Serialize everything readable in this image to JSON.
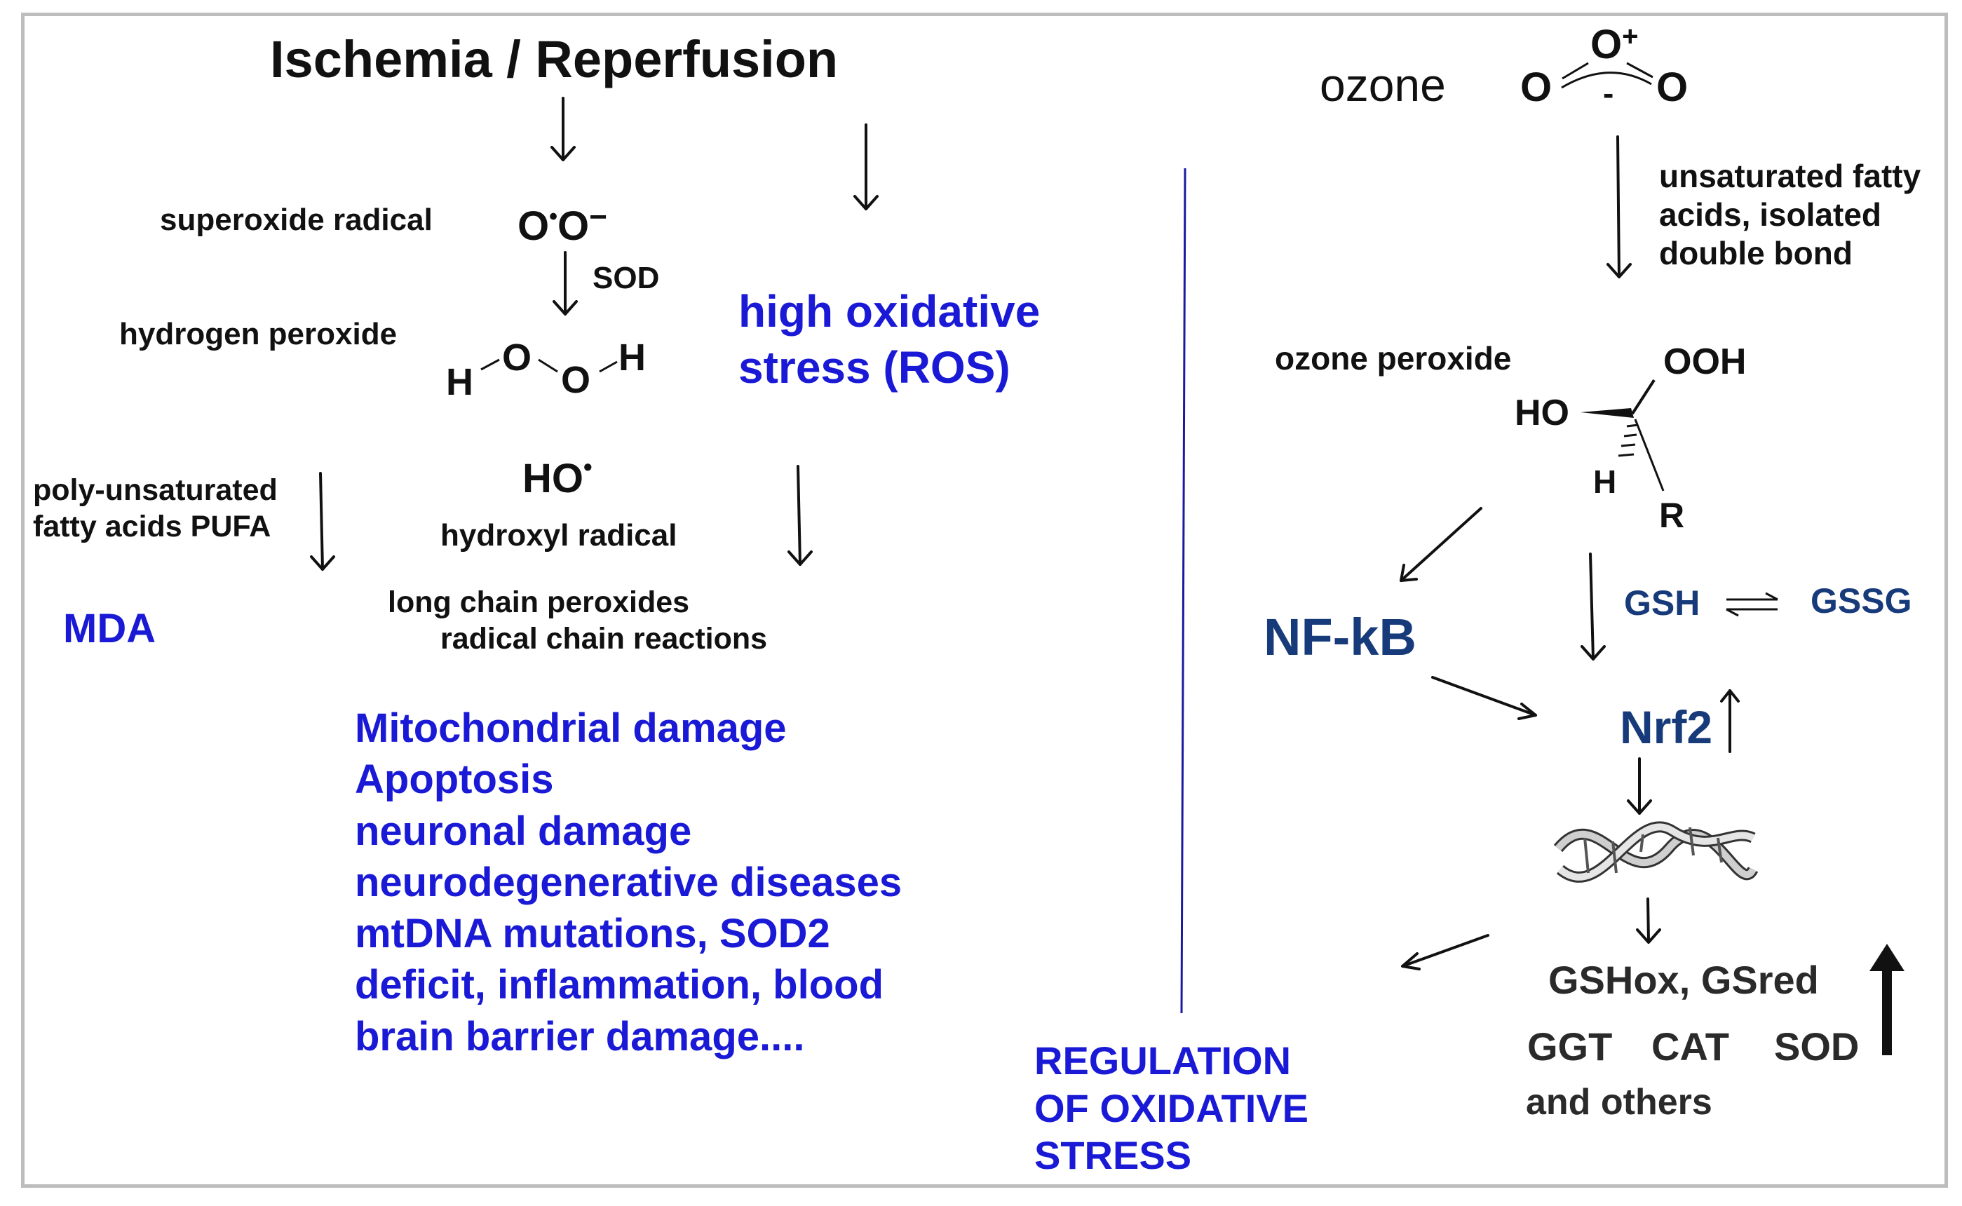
{
  "colors": {
    "black": "#111111",
    "blue": "#1a1ad6",
    "navy": "#173a7a",
    "divider": "#1a1aa0",
    "frame": "#bdbdbd"
  },
  "left": {
    "title": "Ischemia / Reperfusion",
    "superoxide_label": "superoxide radical",
    "superoxide_formula_o1": "O",
    "superoxide_formula_dot": "•",
    "superoxide_formula_o2": "O",
    "superoxide_formula_charge": "−",
    "sod_label": "SOD",
    "hydrogen_peroxide_label": "hydrogen peroxide",
    "h2o2": {
      "h1": "H",
      "o1": "O",
      "o2": "O",
      "h2": "H"
    },
    "high_stress_line1": "high oxidative",
    "high_stress_line2": "stress  (ROS)",
    "pufa_line1": "poly-unsaturated",
    "pufa_line2": "fatty acids PUFA",
    "hydroxyl_formula": "HO",
    "hydroxyl_dot": "•",
    "hydroxyl_label": "hydroxyl radical",
    "mda": "MDA",
    "long_chain_line1": "long chain peroxides",
    "long_chain_line2": "radical chain reactions",
    "damage_list": [
      "Mitochondrial damage",
      "Apoptosis",
      "neuronal damage",
      "neurodegenerative diseases",
      "mtDNA mutations, SOD2",
      "deficit, inflammation, blood",
      "brain barrier damage...."
    ]
  },
  "center": {
    "regulation_lines": [
      "REGULATION",
      "OF OXIDATIVE",
      "STRESS"
    ]
  },
  "right": {
    "ozone_label": "ozone",
    "ozone_formula": {
      "top_o": "O",
      "top_charge": "+",
      "left_o": "O",
      "right_o": "O",
      "minus": "-"
    },
    "unsaturated_lines": [
      "unsaturated fatty",
      "acids, isolated",
      "double bond"
    ],
    "ozone_peroxide_label": "ozone peroxide",
    "peroxide_formula": {
      "ooh": "OOH",
      "ho": "HO",
      "h": "H",
      "r": "R"
    },
    "nfkb": "NF-kB",
    "gsh": "GSH",
    "gssg": "GSSG",
    "nrf2": "Nrf2",
    "gshox_line": "GSHox, GSred",
    "enzymes": [
      "GGT",
      "CAT",
      "SOD"
    ],
    "and_others": "and others"
  },
  "icons": {
    "dna": "dna-helix-icon",
    "up_arrow": "up-arrow-icon"
  }
}
